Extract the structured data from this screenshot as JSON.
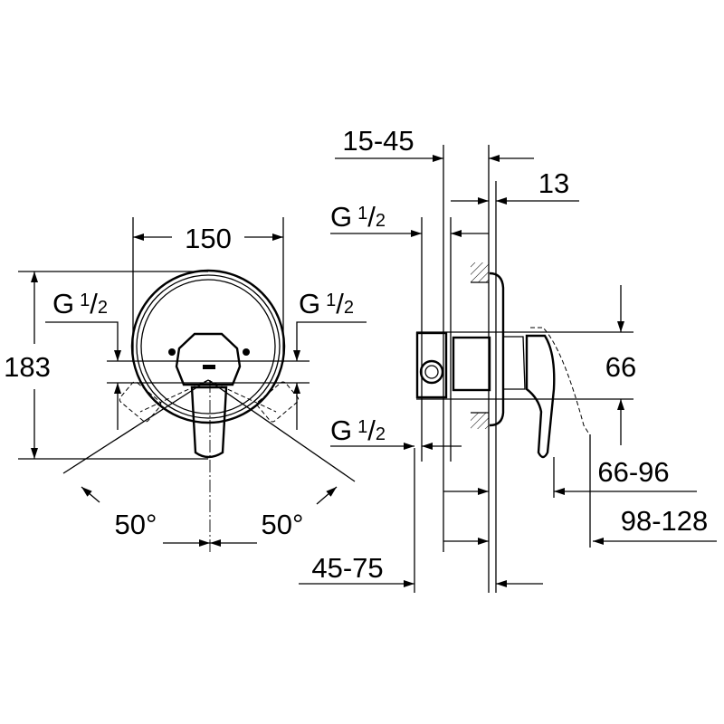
{
  "drawing": {
    "front_view": {
      "width_dim": "150",
      "height_dim": "183",
      "angle_left": "50°",
      "angle_right": "50°"
    },
    "side_view": {
      "dim_wall_depth": "15-45",
      "dim_plate": "13",
      "dim_height": "66",
      "dim_handle": "66-96",
      "dim_total": "98-128",
      "dim_installation": "45-75"
    },
    "thread": {
      "prefix": "G",
      "numerator": "1",
      "separator": "/",
      "denominator": "2"
    }
  }
}
